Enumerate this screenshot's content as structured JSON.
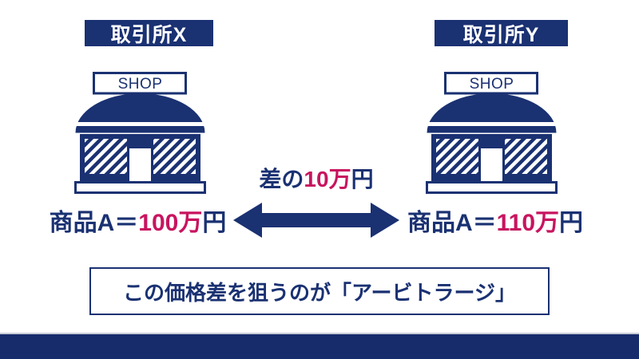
{
  "colors": {
    "navy": "#1A3172",
    "bar-navy": "#172C6B",
    "pink": "#C8145F",
    "grey-line": "#C9CDD5",
    "bg": "#FFFFFF"
  },
  "exchange_x": {
    "label": "取引所X",
    "shop_sign": "SHOP",
    "price_prefix": "商品A＝",
    "price_value": "100万",
    "price_suffix": "円"
  },
  "exchange_y": {
    "label": "取引所Y",
    "shop_sign": "SHOP",
    "price_prefix": "商品A＝",
    "price_value": "110万",
    "price_suffix": "円"
  },
  "difference": {
    "prefix": "差の",
    "value": "10万",
    "suffix": "円"
  },
  "caption": "この価格差を狙うのが「アービトラージ」",
  "icons": {
    "shop": "storefront-icon",
    "arrow": "double-headed-arrow-icon"
  }
}
